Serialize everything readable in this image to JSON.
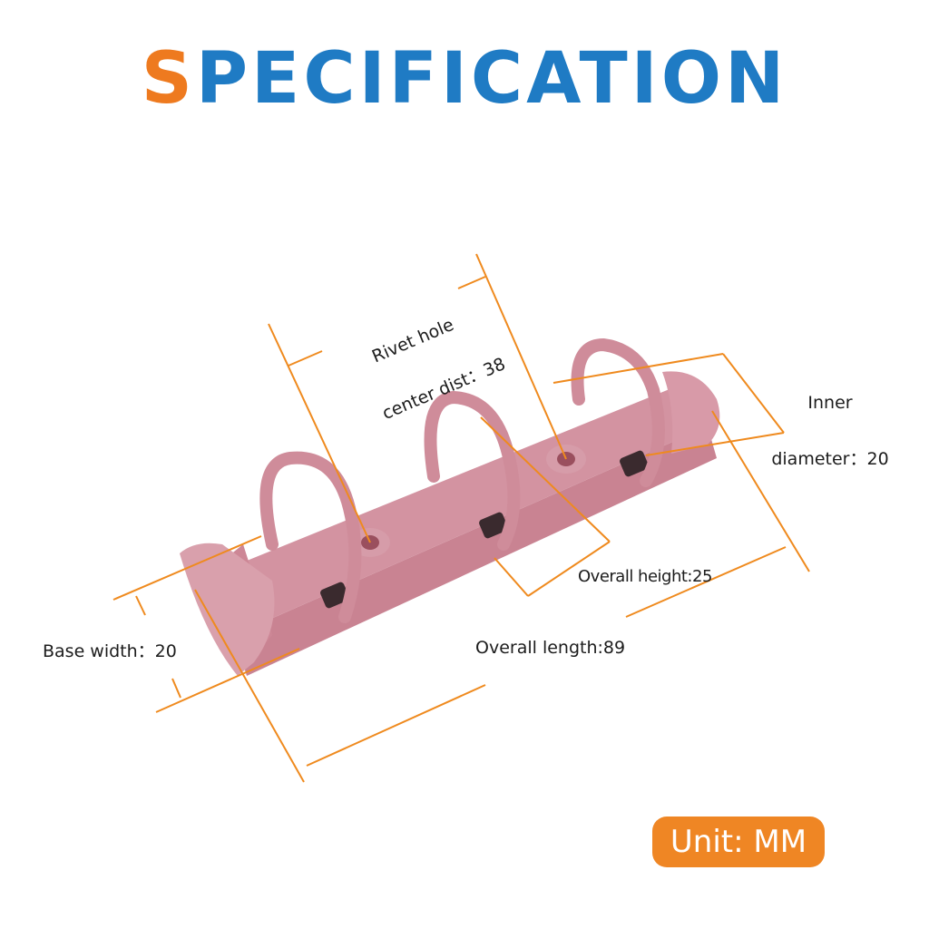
{
  "title": {
    "first_letter": "S",
    "rest": "PECIFICATION",
    "first_color": "#ee7a1f",
    "rest_color": "#1f7bc4"
  },
  "product": {
    "name": "3-ring binder mechanism",
    "color": "#cf8c9a",
    "ring_count": 3
  },
  "dimensions": {
    "rivet_hole": {
      "line1": "Rivet hole",
      "line2": "center dist：38",
      "value": 38
    },
    "inner_diameter": {
      "line1": "Inner",
      "line2": "diameter：20",
      "value": 20
    },
    "overall_height": {
      "text": "Overall height:25",
      "value": 25
    },
    "base_width": {
      "text": "Base width：20",
      "value": 20
    },
    "overall_length": {
      "text": "Overall length:89",
      "value": 89
    }
  },
  "unit_badge": {
    "text": "Unit: MM",
    "color": "#ef8624"
  },
  "line_color": "#ef8a1e"
}
